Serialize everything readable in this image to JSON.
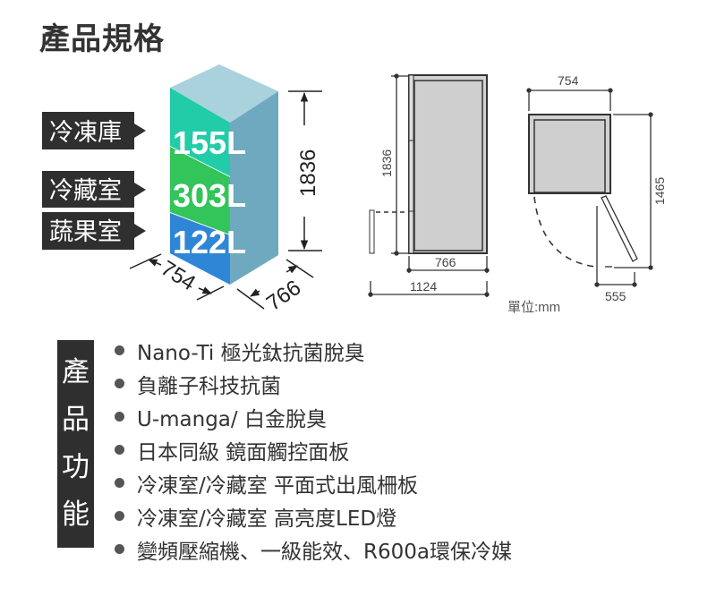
{
  "title": "產品規格",
  "capacity": {
    "compartments": [
      {
        "label": "冷凍庫",
        "volume": "155L"
      },
      {
        "label": "冷藏室",
        "volume": "303L"
      },
      {
        "label": "蔬果室",
        "volume": "122L"
      }
    ],
    "height": "1836",
    "width": "754",
    "depth": "766",
    "colors": {
      "freezer": "#22cca8",
      "fridge": "#33c45a",
      "veg": "#2f86d6",
      "side": "#6fa9c0",
      "top": "#a9d2dc"
    }
  },
  "drawings": {
    "side_height": "1836",
    "side_depth": "766",
    "door_open_depth": "1124",
    "top_width": "754",
    "top_depth_open": "1465",
    "door_clearance": "555",
    "unit": "單位:mm"
  },
  "features_label": [
    "產",
    "品",
    "功",
    "能"
  ],
  "features": [
    "Nano-Ti 極光鈦抗菌脫臭",
    "負離子科技抗菌",
    "U-manga/ 白金脫臭",
    "日本同級 鏡面觸控面板",
    "冷凍室/冷藏室 平面式出風柵板",
    "冷凍室/冷藏室 高亮度LED燈",
    "變頻壓縮機、一級能效、R600a環保冷媒"
  ]
}
